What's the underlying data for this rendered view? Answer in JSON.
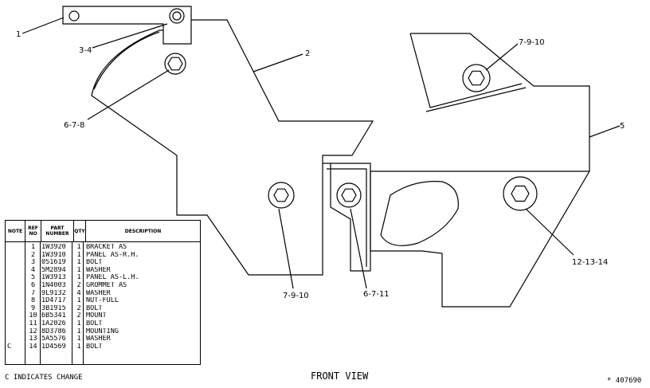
{
  "callouts": {
    "c1": "1",
    "c34": "3-4",
    "c2": "2",
    "c678": "6-7-8",
    "c7910a": "7-9-10",
    "c5": "5",
    "c121314": "12-13-14",
    "c6711": "6-7-11",
    "c7910b": "7-9-10"
  },
  "table": {
    "headers": {
      "note": "NOTE",
      "ref_no": "REF NO",
      "part_number": "PART NUMBER",
      "qty": "QTY",
      "description": "DESCRIPTION"
    },
    "rows": [
      {
        "note": "",
        "ref": "1",
        "part": "1W3920",
        "qty": "1",
        "desc": "BRACKET AS"
      },
      {
        "note": "",
        "ref": "2",
        "part": "1W3910",
        "qty": "1",
        "desc": "PANEL AS-R.H."
      },
      {
        "note": "",
        "ref": "3",
        "part": "0S1619",
        "qty": "1",
        "desc": "BOLT"
      },
      {
        "note": "",
        "ref": "4",
        "part": "5M2894",
        "qty": "1",
        "desc": "WASHER"
      },
      {
        "note": "",
        "ref": "5",
        "part": "1W3913",
        "qty": "1",
        "desc": "PANEL AS-L.H."
      },
      {
        "note": "",
        "ref": "6",
        "part": "1N4003",
        "qty": "2",
        "desc": "GROMMET AS"
      },
      {
        "note": "",
        "ref": "7",
        "part": "9L9132",
        "qty": "4",
        "desc": "WASHER"
      },
      {
        "note": "",
        "ref": "8",
        "part": "1D4717",
        "qty": "1",
        "desc": "NUT-FULL"
      },
      {
        "note": "",
        "ref": "9",
        "part": "3B1915",
        "qty": "2",
        "desc": "BOLT"
      },
      {
        "note": "",
        "ref": "10",
        "part": "6B5341",
        "qty": "2",
        "desc": "MOUNT"
      },
      {
        "note": "",
        "ref": "11",
        "part": "1A2026",
        "qty": "1",
        "desc": "BOLT"
      },
      {
        "note": "",
        "ref": "12",
        "part": "8D3786",
        "qty": "1",
        "desc": "MOUNTING"
      },
      {
        "note": "",
        "ref": "13",
        "part": "5A5576",
        "qty": "1",
        "desc": "WASHER"
      },
      {
        "note": "C",
        "ref": "14",
        "part": "1D4569",
        "qty": "1",
        "desc": "BOLT"
      }
    ]
  },
  "footnote": "C INDICATES CHANGE",
  "view_title": "FRONT VIEW",
  "drawing_number": "* 407690"
}
